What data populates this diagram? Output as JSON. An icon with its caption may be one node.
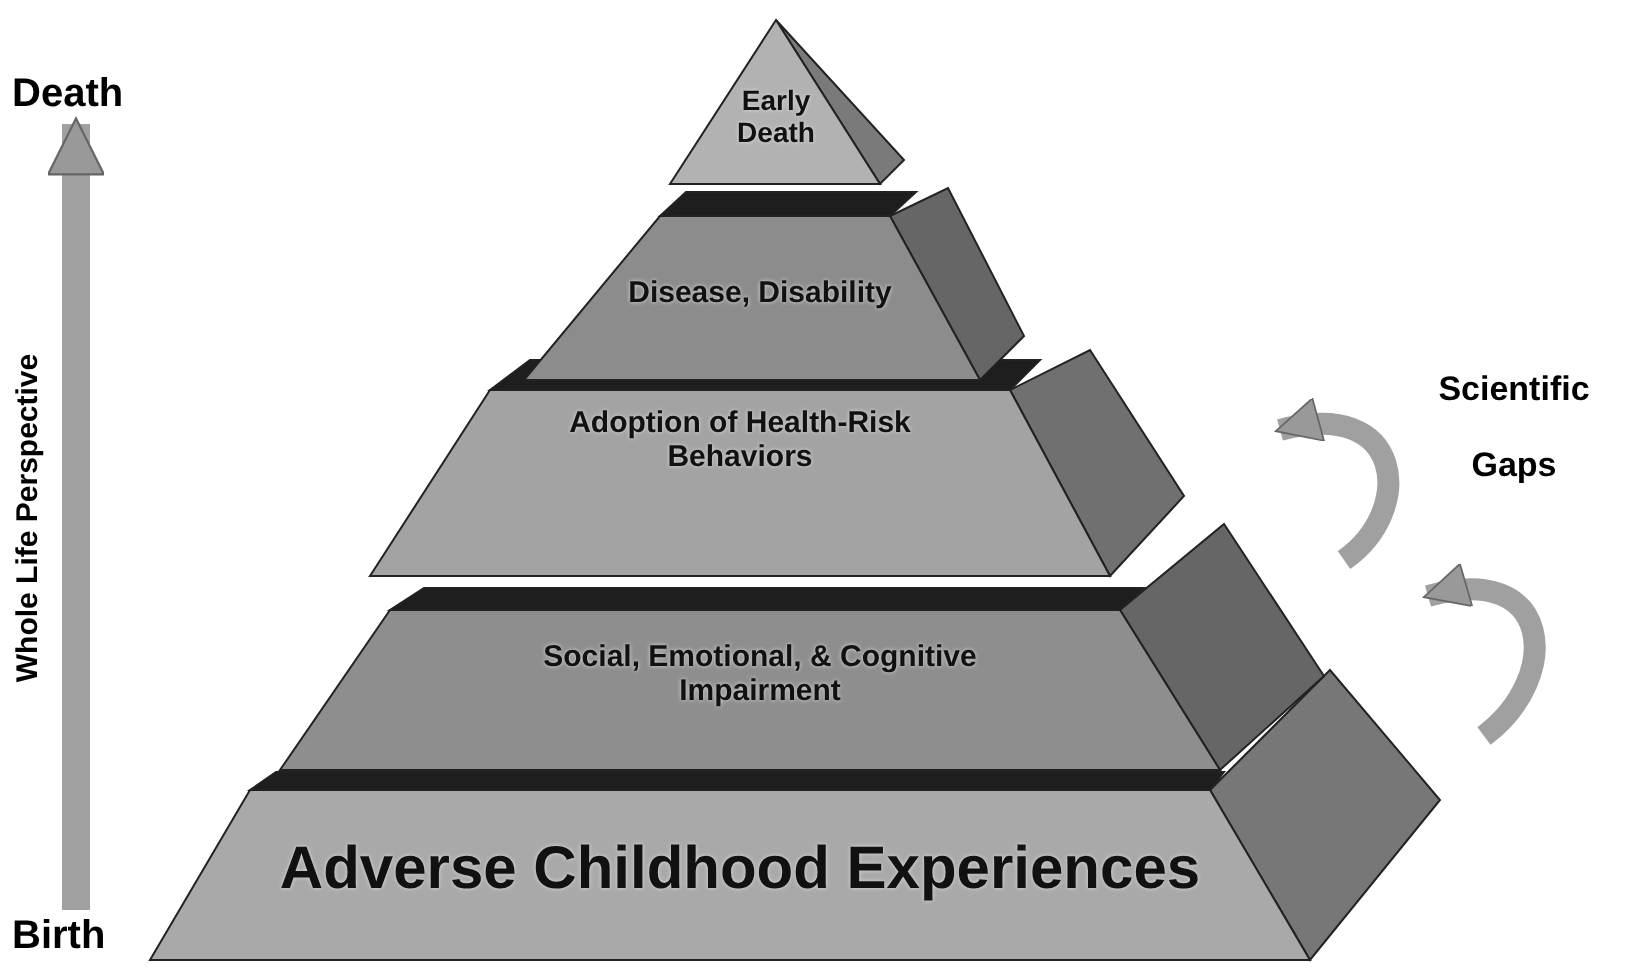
{
  "diagram": {
    "nodes": [
      {
        "text": [
          "Adverse Childhood Experiences"
        ]
      },
      {
        "text": [
          "Social, Emotional, & Cognitive Impairment"
        ]
      },
      {
        "text": [
          "Adoption of Health-Risk Behaviors"
        ]
      },
      {
        "text": [
          "Disease, Disability"
        ]
      },
      {
        "text": [
          "Early Death"
        ]
      },
      {
        "text": [
          "Birth"
        ]
      },
      {
        "text": [
          "Death"
        ]
      }
    ],
    "edges": [
      {
        "from": 5,
        "to": 6,
        "arrow": "to",
        "label": "Whole Life Perspective"
      }
    ],
    "labels": [
      "Scientific Gaps"
    ]
  }
}
